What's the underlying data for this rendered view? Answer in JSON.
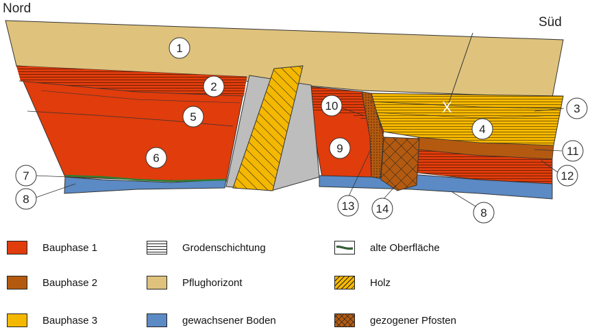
{
  "diagram": {
    "direction_left": "Nord",
    "direction_right": "Süd",
    "marker_x": "X",
    "numbers": [
      "1",
      "2",
      "3",
      "4",
      "5",
      "6",
      "7",
      "8",
      "9",
      "10",
      "11",
      "12",
      "13",
      "14"
    ],
    "colors": {
      "bauphase1": "#e03c0c",
      "bauphase2": "#b35a10",
      "bauphase3": "#f5b800",
      "pflughorizont": "#dfc27c",
      "gewachsener_boden": "#5b8ac4",
      "grau": "#bdbdbd",
      "alte_oberflaeche": "#2e7d32"
    }
  },
  "legend": {
    "items": [
      {
        "label": "Bauphase 1",
        "swatch": "bauphase1"
      },
      {
        "label": "Bauphase 2",
        "swatch": "bauphase2"
      },
      {
        "label": "Bauphase 3",
        "swatch": "bauphase3"
      },
      {
        "label": "Grodenschichtung",
        "swatch": "hatch-horizontal"
      },
      {
        "label": "Pflughorizont",
        "swatch": "pflughorizont"
      },
      {
        "label": "gewachsener Boden",
        "swatch": "gewachsener_boden"
      },
      {
        "label": "alte Oberfläche",
        "swatch": "line-green"
      },
      {
        "label": "Holz",
        "swatch": "hatch-diagonal"
      },
      {
        "label": "gezogener Pfosten",
        "swatch": "cross-hatch"
      }
    ]
  }
}
